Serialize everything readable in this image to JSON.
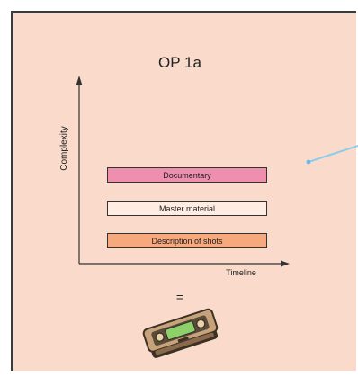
{
  "slide": {
    "title": "OP 1a",
    "y_axis_label": "Complexity",
    "x_axis_label": "Timeline",
    "layers": [
      {
        "label": "Documentary",
        "color": "#EE8FAF"
      },
      {
        "label": "Master material",
        "color": "#FFEDE4"
      },
      {
        "label": "Description of shots",
        "color": "#F5A97C"
      }
    ],
    "equals_sign": "=",
    "device_icon": "video-cassette-device-icon"
  },
  "colors": {
    "background": "#FADACB",
    "frame": "#3a3a3a",
    "connector": "#8CCDEB"
  }
}
